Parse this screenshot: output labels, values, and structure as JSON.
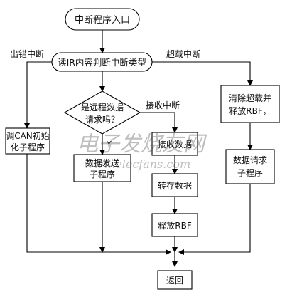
{
  "nodes": {
    "start": "中断程序入口",
    "read_ir": "读IR内容判断中断类型",
    "is_remote": [
      "是远程数据",
      "请求吗？"
    ],
    "init_can": [
      "调CAN初始",
      "化子程序"
    ],
    "clear_overload": [
      "清除超载并",
      "释放RBF，"
    ],
    "recv_data": "接收数据",
    "data_send": [
      "数据发送",
      "子程序"
    ],
    "store_data": "转存数据",
    "release_rbf": "释放RBF",
    "data_request": [
      "数据请求",
      "子程序"
    ],
    "return": "返回"
  },
  "edge_labels": {
    "error_interrupt": "出错中断",
    "overload_interrupt": "超载中断",
    "receive_interrupt": "接收中断",
    "yes": "Y"
  },
  "watermark": {
    "text": "电子发烧友网",
    "url": "www.elecfans.com"
  }
}
